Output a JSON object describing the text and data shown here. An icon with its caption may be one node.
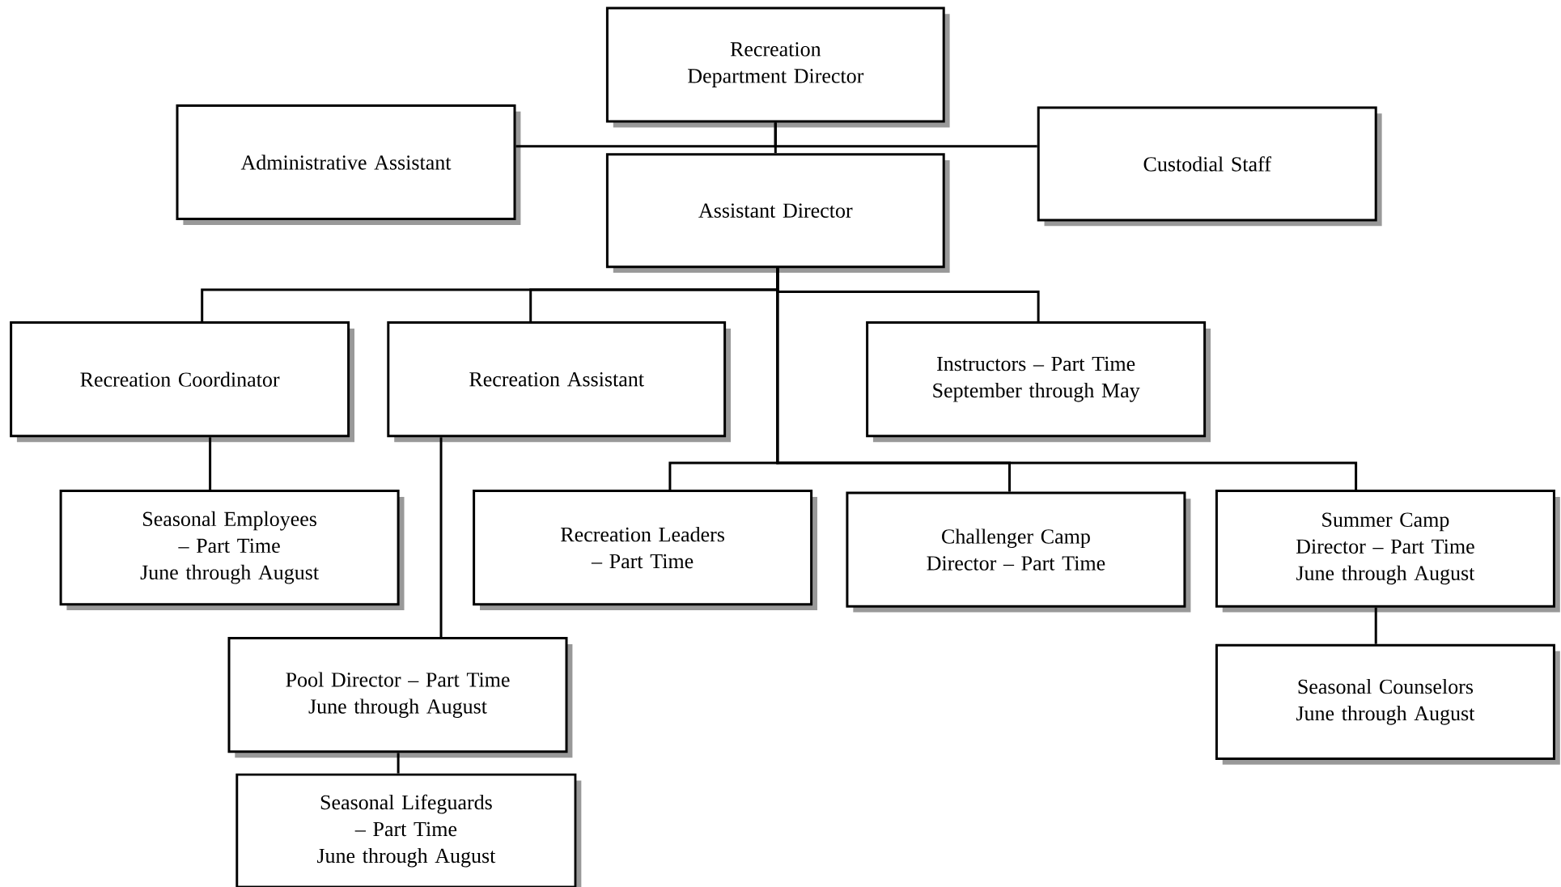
{
  "diagram": {
    "nodes": [
      {
        "text": [
          "Recreation Department Director"
        ]
      },
      {
        "text": [
          "Administrative Assistant"
        ]
      },
      {
        "text": [
          "Custodial Staff"
        ]
      },
      {
        "text": [
          "Assistant Director"
        ]
      },
      {
        "text": [
          "Recreation Coordinator"
        ]
      },
      {
        "text": [
          "Recreation Assistant"
        ]
      },
      {
        "text": [
          "Instructors – Part Time",
          "September through May"
        ]
      },
      {
        "text": [
          "Seasonal Employees – Part Time",
          "June through August"
        ]
      },
      {
        "text": [
          "Recreation Leaders – Part Time"
        ]
      },
      {
        "text": [
          "Challenger Camp Director – Part Time"
        ]
      },
      {
        "text": [
          "Summer Camp Director – Part Time",
          "June through August"
        ]
      },
      {
        "text": [
          "Pool Director – Part Time",
          "June through August"
        ]
      },
      {
        "text": [
          "Seasonal Counselors",
          "June through August"
        ]
      },
      {
        "text": [
          "Seasonal Lifeguards – Part Time",
          "June through August"
        ]
      }
    ],
    "edges": [
      {
        "from": 0,
        "to": 3,
        "arrow": "none"
      },
      {
        "from": 0,
        "to": 1,
        "arrow": "none"
      },
      {
        "from": 0,
        "to": 2,
        "arrow": "none"
      },
      {
        "from": 3,
        "to": 4,
        "arrow": "none"
      },
      {
        "from": 3,
        "to": 5,
        "arrow": "none"
      },
      {
        "from": 3,
        "to": 6,
        "arrow": "none"
      },
      {
        "from": 3,
        "to": 8,
        "arrow": "none"
      },
      {
        "from": 3,
        "to": 9,
        "arrow": "none"
      },
      {
        "from": 3,
        "to": 10,
        "arrow": "none"
      },
      {
        "from": 4,
        "to": 7,
        "arrow": "none"
      },
      {
        "from": 5,
        "to": 11,
        "arrow": "none"
      },
      {
        "from": 11,
        "to": 13,
        "arrow": "none"
      },
      {
        "from": 10,
        "to": 12,
        "arrow": "none"
      }
    ]
  }
}
